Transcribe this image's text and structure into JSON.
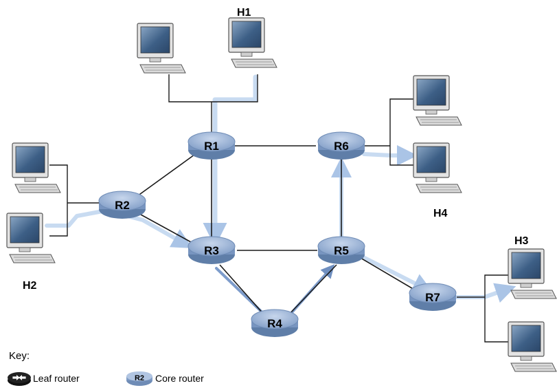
{
  "routers": [
    {
      "id": "R1",
      "label": "R1"
    },
    {
      "id": "R2",
      "label": "R2"
    },
    {
      "id": "R3",
      "label": "R3"
    },
    {
      "id": "R4",
      "label": "R4"
    },
    {
      "id": "R5",
      "label": "R5"
    },
    {
      "id": "R6",
      "label": "R6"
    },
    {
      "id": "R7",
      "label": "R7"
    }
  ],
  "hosts": [
    {
      "id": "H1",
      "label": "H1"
    },
    {
      "id": "H2",
      "label": "H2"
    },
    {
      "id": "H3",
      "label": "H3"
    },
    {
      "id": "H4",
      "label": "H4"
    }
  ],
  "links": [
    [
      "R1",
      "R6"
    ],
    [
      "R1",
      "R2"
    ],
    [
      "R1",
      "R3"
    ],
    [
      "R2",
      "R3"
    ],
    [
      "R3",
      "R5"
    ],
    [
      "R3",
      "R4"
    ],
    [
      "R4",
      "R5"
    ],
    [
      "R5",
      "R6"
    ],
    [
      "R5",
      "R7"
    ]
  ],
  "key": {
    "title": "Key:",
    "leaf_router": "Leaf router",
    "core_router": "Core router",
    "core_router_icon_label": "R2"
  },
  "colors": {
    "router_fill": "#8fa9cf",
    "router_top": "#b5c8e4",
    "router_edge": "#5c789f",
    "path_highlight": "#c2d6ee",
    "path_strong": "#6f8fc0",
    "link": "#1a1a1a",
    "screen": "#4e6f93",
    "monitor_body": "#d9d9d9"
  }
}
